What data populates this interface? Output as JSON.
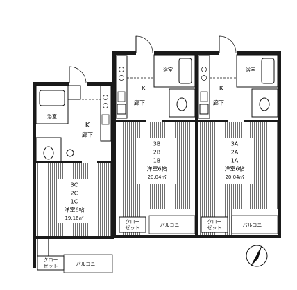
{
  "units": [
    {
      "id": "C",
      "numbers": [
        "3C",
        "2C",
        "1C"
      ],
      "room": "洋室6帖",
      "area": "19.16㎡",
      "bath": "浴室",
      "kitchen": "K",
      "hall": "廊下",
      "closet": [
        "クロー",
        "ゼット"
      ],
      "balcony": "バルコニー"
    },
    {
      "id": "B",
      "numbers": [
        "3B",
        "2B",
        "1B"
      ],
      "room": "洋室6帖",
      "area": "20.04㎡",
      "bath": "浴室",
      "kitchen": "K",
      "hall": "廊下",
      "closet": [
        "クロー",
        "ゼット"
      ],
      "balcony": "バルコニー"
    },
    {
      "id": "A",
      "numbers": [
        "3A",
        "2A",
        "1A"
      ],
      "room": "洋室6帖",
      "area": "20.04㎡",
      "bath": "浴室",
      "kitchen": "K",
      "hall": "廊下",
      "closet": [
        "クロー",
        "ゼット"
      ],
      "balcony": "バルコニー"
    }
  ],
  "icons": {
    "north_arrow": "north-arrow-icon",
    "door": "door-swing-icon",
    "toilet": "toilet-icon",
    "sink": "sink-icon",
    "stove": "stove-icon",
    "washer": "washing-machine-icon"
  },
  "colors": {
    "wall": "#1a1a1a",
    "background": "#ffffff"
  }
}
